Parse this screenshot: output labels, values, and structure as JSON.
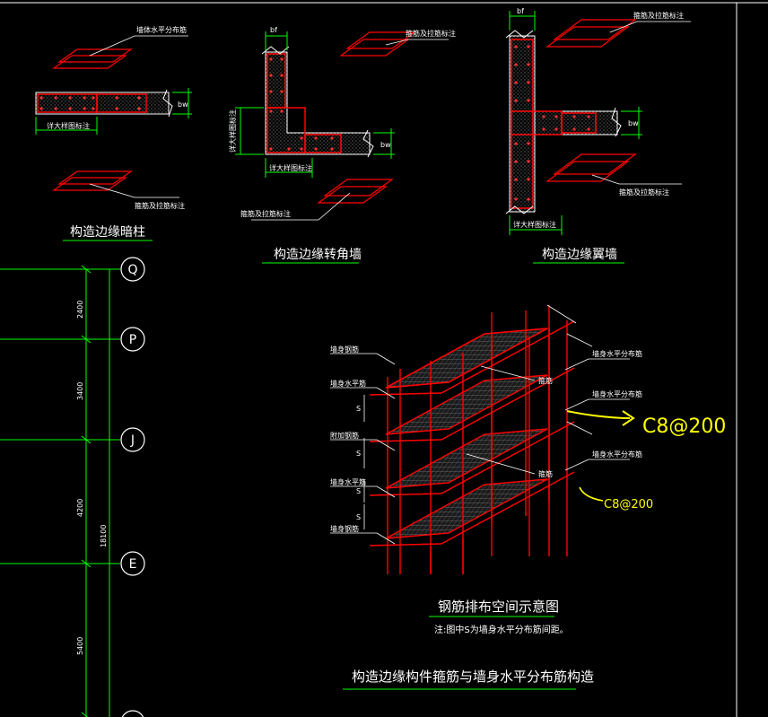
{
  "colors": {
    "background": "#000000",
    "rebar": "#ff0000",
    "dimension": "#00ff00",
    "leader": "#ffffff",
    "concrete_fill": "#808080",
    "annotation": "#ffff00"
  },
  "details": {
    "hidden_column": {
      "title": "构造边缘暗柱",
      "dim_bw": "bw",
      "dim_len": "详大样图标注",
      "note_top": "墙体水平分布筋",
      "note_bottom": "箍筋及拉筋标注"
    },
    "corner_wall": {
      "title": "构造边缘转角墙",
      "dim_bf": "bf",
      "dim_bw": "bw",
      "dim_len": "详大样图标注",
      "dim_side": "详大样图标注",
      "note_top": "箍筋及拉筋标注",
      "note_bottom": "箍筋及拉筋标注"
    },
    "flange_wall": {
      "title": "构造边缘翼墙",
      "dim_bf": "bf",
      "dim_bw": "bw",
      "dim_len": "详大样图标注",
      "note_top": "箍筋及拉筋标注",
      "note_bottom": "箍筋及拉筋标注"
    }
  },
  "axes": [
    {
      "label": "Q"
    },
    {
      "label": "P"
    },
    {
      "label": "J"
    },
    {
      "label": "E"
    }
  ],
  "axis_dims": {
    "seg1": "2400",
    "seg2": "3400",
    "seg3": "4200",
    "seg4": "5400",
    "total": "18100"
  },
  "iso": {
    "title": "钢筋排布空间示意图",
    "note": "注:图中S为墙身水平分布筋间距。",
    "spacing": "S",
    "left_notes": [
      "墙身钢筋",
      "墙身水平筋",
      "附加钢筋",
      "墙身水平筋",
      "墙身钢筋"
    ],
    "right_notes": [
      "墙身水平分布筋",
      "墙身水平分布筋",
      "墙身水平分布筋"
    ],
    "inner_notes": [
      "箍筋",
      "箍筋"
    ]
  },
  "main_title": "构造边缘构件箍筋与墙身水平分布筋构造",
  "handwriting": {
    "upper": "C8@200",
    "lower": "C8@200"
  }
}
